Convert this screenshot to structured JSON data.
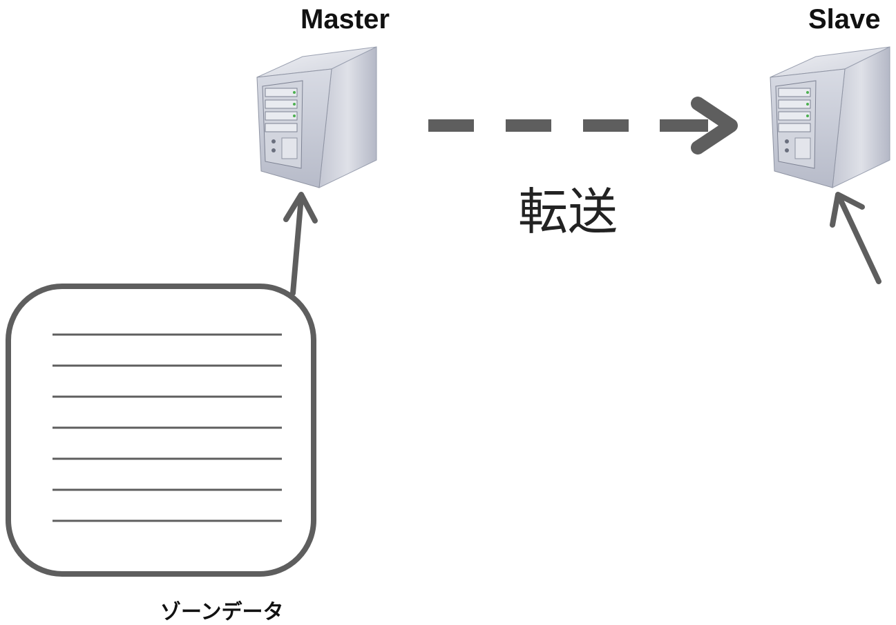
{
  "master": {
    "label": "Master"
  },
  "slave": {
    "label": "Slave"
  },
  "transfer": {
    "label": "転送"
  },
  "zone_data": {
    "label": "ゾーンデータ",
    "line_count": 7
  },
  "colors": {
    "arrow": "#5e5e5e",
    "server_body": "#c9ccd6",
    "server_dark": "#8e93a2",
    "server_light": "#e6e8ee",
    "text": "#111111"
  },
  "icons": [
    "server-icon",
    "server-icon",
    "document-icon"
  ]
}
